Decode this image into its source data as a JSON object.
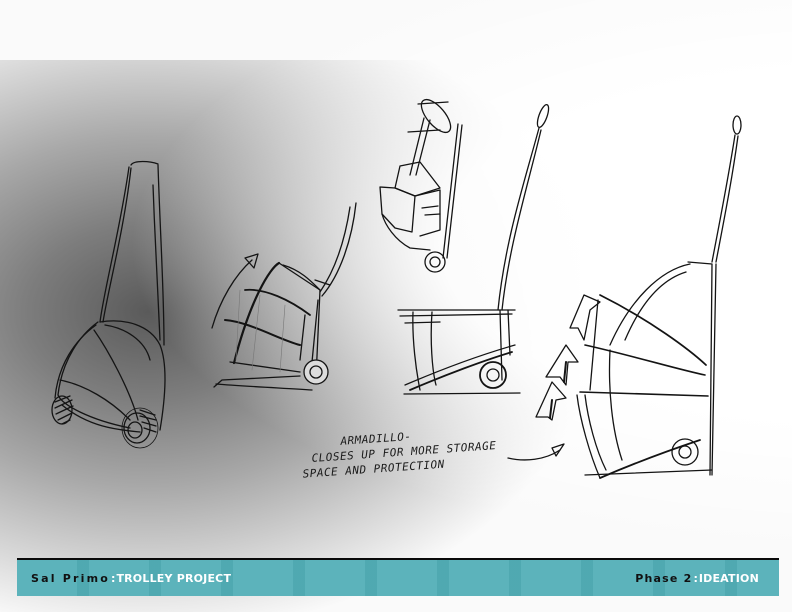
{
  "page": {
    "background": "#fafafa",
    "accent": "#52aeb7"
  },
  "sketches": [
    {
      "id": "sketch-1",
      "description": "armadillo trolley side view, rounded shell on tall handle"
    },
    {
      "id": "sketch-2",
      "description": "segmented shell trolley with curved arrow, shaded"
    },
    {
      "id": "sketch-3",
      "description": "stacked box trolley, three-quarter view"
    },
    {
      "id": "sketch-4",
      "description": "trolley with tall curved handle and wedge base"
    },
    {
      "id": "sketch-5",
      "description": "expanded armadillo trolley with upward arrows"
    }
  ],
  "annotation": {
    "lines": [
      "ARMADILLO-",
      "CLOSES UP FOR MORE STORAGE",
      "SPACE AND PROTECTION"
    ],
    "struck_word": "FOR"
  },
  "footer": {
    "author": "Sal Primo",
    "separator": ":",
    "project": "TROLLEY PROJECT",
    "phase": "Phase 2",
    "phase_separator": ":",
    "phase_name": "IDEATION",
    "band_color": "#52aeb7",
    "rule_color": "#0a0a0a"
  }
}
